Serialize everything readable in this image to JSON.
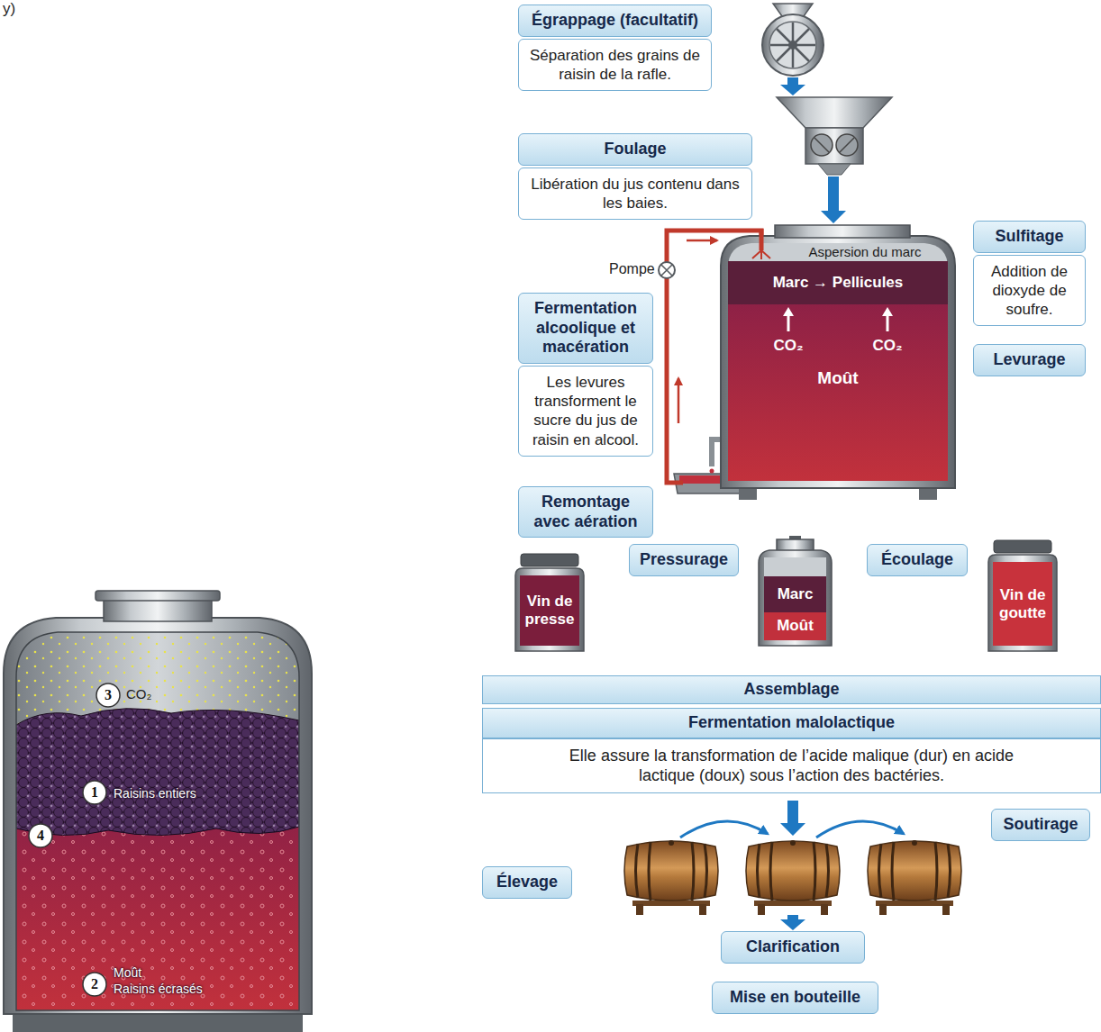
{
  "diagram": {
    "nodes": [
      {
        "text": [
          "Égrappage (facultatif)",
          "Séparation des grains de raisin de la rafle."
        ]
      },
      {
        "text": [
          "Foulage",
          "Libération du jus contenu dans les baies."
        ]
      },
      {
        "text": [
          "Sulfitage",
          "Addition de dioxyde de soufre."
        ]
      },
      {
        "text": [
          "Fermentation alcoolique et macération",
          "Les levures transforment le sucre du jus de raisin en alcool."
        ]
      },
      {
        "text": [
          "Aspersion du marc",
          "Marc → Pellicules",
          "CO₂",
          "CO₂",
          "Moût"
        ]
      },
      {
        "text": [
          "Levurage"
        ]
      },
      {
        "text": [
          "Remontage avec aération"
        ]
      },
      {
        "text": [
          "Pressurage"
        ]
      },
      {
        "text": [
          "Marc",
          "Moût"
        ]
      },
      {
        "text": [
          "Écoulage"
        ]
      },
      {
        "text": [
          "Vin de presse"
        ]
      },
      {
        "text": [
          "Vin de goutte"
        ]
      },
      {
        "text": [
          "Assemblage"
        ]
      },
      {
        "text": [
          "Fermentation malolactique",
          "Elle assure la transformation de l’acide malique (dur) en acide lactique (doux) sous l’action des bactéries."
        ]
      },
      {
        "text": [
          "Soutirage"
        ]
      },
      {
        "text": [
          "Élevage"
        ]
      },
      {
        "text": [
          "Clarification"
        ]
      },
      {
        "text": [
          "Mise en bouteille"
        ]
      }
    ],
    "edges": [
      {
        "from": 2,
        "to": 4,
        "arrow": "to"
      },
      {
        "from": 5,
        "to": 4,
        "arrow": "to"
      },
      {
        "from": 4,
        "to": 8,
        "arrow": "to"
      },
      {
        "from": 8,
        "to": 10,
        "arrow": "to"
      },
      {
        "from": 8,
        "to": 11,
        "arrow": "to"
      },
      {
        "from": 10,
        "to": 12,
        "arrow": "to"
      },
      {
        "from": 11,
        "to": 12,
        "arrow": "to"
      },
      {
        "from": 16,
        "to": 17,
        "arrow": "to"
      }
    ],
    "labels": [
      "y)",
      "Pompe",
      "3",
      "CO₂",
      "1",
      "Raisins entiers",
      "4",
      "Moût",
      "Raisins écrasés",
      "2"
    ]
  }
}
